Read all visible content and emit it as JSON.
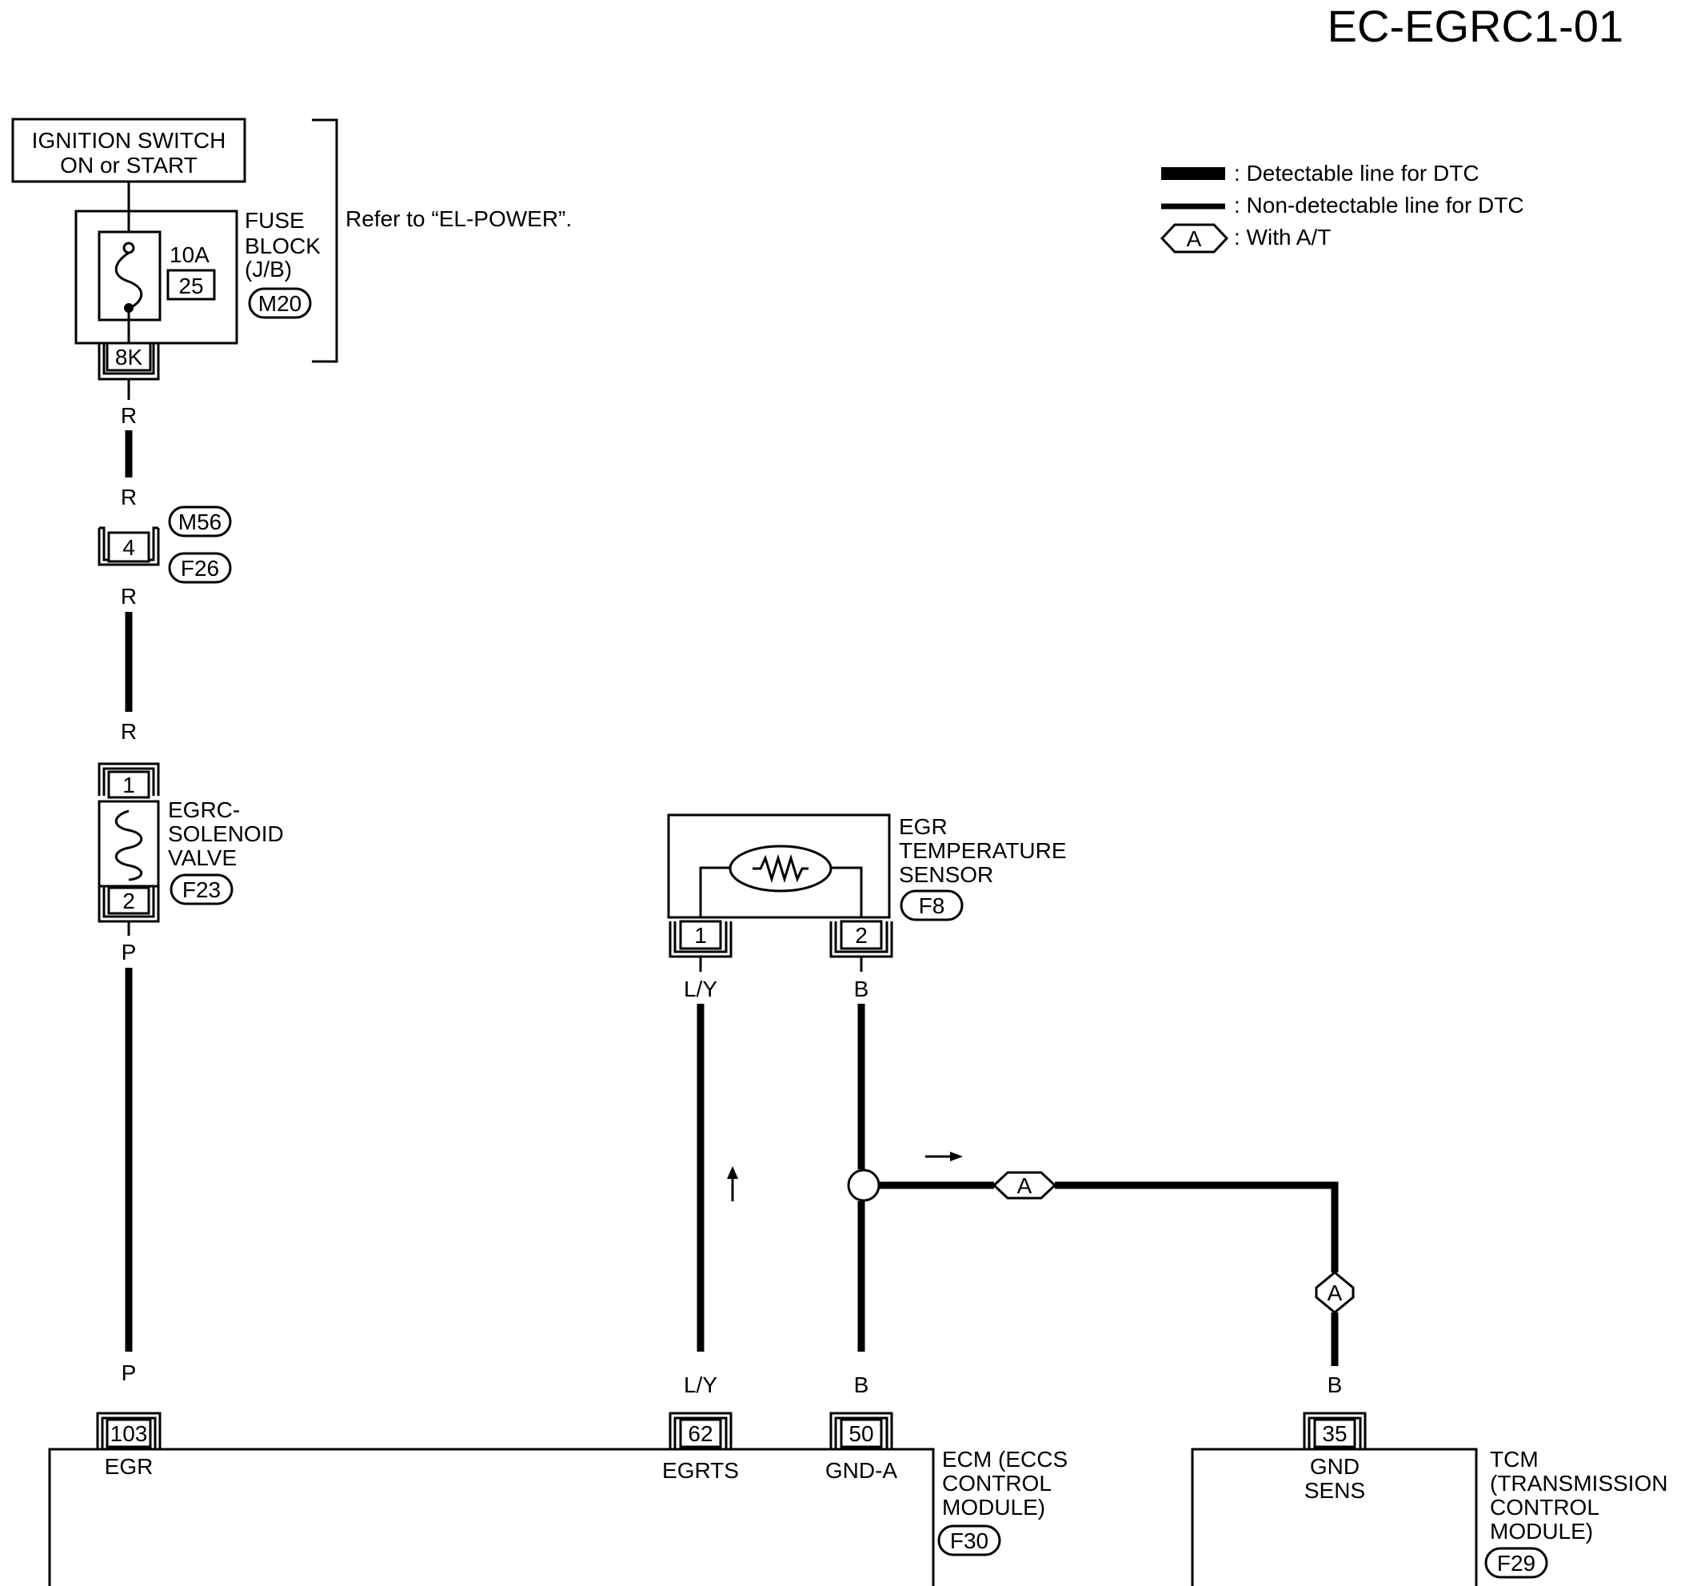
{
  "page_code": "EC-EGRC1-01",
  "legend": {
    "detectable": ": Detectable line for DTC",
    "non_detectable": ": Non-detectable line for DTC",
    "marker_letter": "A",
    "with_at": ": With A/T"
  },
  "ignition": {
    "line1": "IGNITION SWITCH",
    "line2": "ON or START"
  },
  "fuse_block": {
    "line1": "FUSE",
    "line2": "BLOCK",
    "line3": "(J/B)",
    "amperage": "10A",
    "fuse_no": "25",
    "connector": "M20",
    "terminal": "8K"
  },
  "refer_text": "Refer to “EL-POWER”.",
  "wire_colors": {
    "r": "R",
    "p": "P",
    "ly": "L/Y",
    "b": "B"
  },
  "joint": {
    "connector_top": "M56",
    "connector_bottom": "F26",
    "terminal": "4"
  },
  "solenoid": {
    "line1": "EGRC-",
    "line2": "SOLENOID",
    "line3": "VALVE",
    "connector": "F23",
    "pin1": "1",
    "pin2": "2"
  },
  "sensor": {
    "line1": "EGR",
    "line2": "TEMPERATURE",
    "line3": "SENSOR",
    "connector": "F8",
    "pin1": "1",
    "pin2": "2"
  },
  "ecm": {
    "line1": "ECM (ECCS",
    "line2": "CONTROL",
    "line3": "MODULE)",
    "connector": "F30",
    "pins": [
      {
        "num": "103",
        "name": "EGR"
      },
      {
        "num": "62",
        "name": "EGRTS"
      },
      {
        "num": "50",
        "name": "GND-A"
      }
    ]
  },
  "tcm": {
    "line1": "TCM",
    "line2": "(TRANSMISSION",
    "line3": "CONTROL",
    "line4": "MODULE)",
    "connector": "F29",
    "pin_num": "35",
    "pin_name1": "GND",
    "pin_name2": "SENS"
  }
}
